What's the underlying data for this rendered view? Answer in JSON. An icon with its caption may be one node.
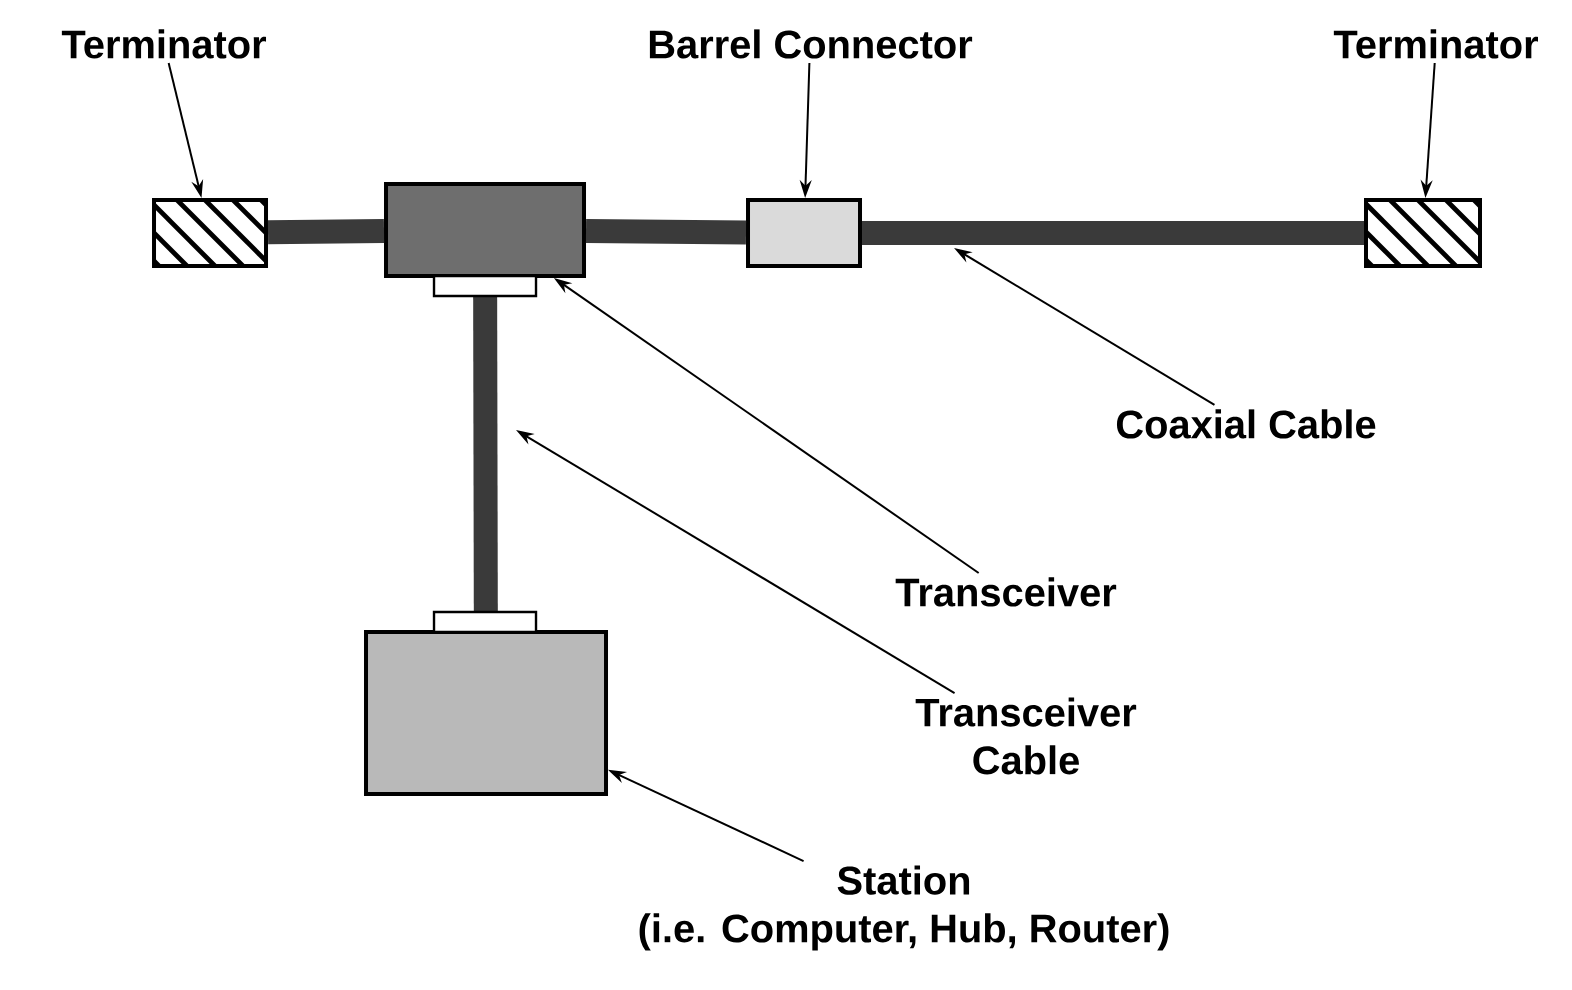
{
  "diagram": {
    "nodes": [
      {
        "text": [
          "Terminator"
        ]
      },
      {
        "text": [
          "Barrel Connector"
        ]
      },
      {
        "text": [
          "Terminator"
        ]
      },
      {
        "text": [
          "Coaxial Cable"
        ]
      },
      {
        "text": [
          "Transceiver"
        ]
      },
      {
        "text": [
          "Transceiver Cable"
        ]
      },
      {
        "text": [
          "Station",
          "(i.e. Computer, Hub, Router)"
        ]
      },
      {
        "text": [],
        "shape": "box"
      },
      {
        "text": [],
        "shape": "box"
      },
      {
        "text": [],
        "shape": "box"
      },
      {
        "text": [],
        "shape": "box"
      },
      {
        "text": [],
        "shape": "box"
      }
    ],
    "edges": [
      {
        "from": 7,
        "to": 8,
        "arrow": "none",
        "style": "thick"
      },
      {
        "from": 8,
        "to": 9,
        "arrow": "none",
        "style": "thick"
      },
      {
        "from": 9,
        "to": 10,
        "arrow": "none",
        "style": "thick"
      },
      {
        "from": 8,
        "to": 11,
        "arrow": "none",
        "style": "thick"
      },
      {
        "from": 0,
        "to": 7,
        "arrow": "to"
      },
      {
        "from": 1,
        "to": 9,
        "arrow": "to"
      },
      {
        "from": 2,
        "to": 10,
        "arrow": "to"
      },
      {
        "from": 3,
        "to": null,
        "arrow": "to"
      },
      {
        "from": 4,
        "to": 8,
        "arrow": "to"
      },
      {
        "from": 5,
        "to": null,
        "arrow": "to"
      },
      {
        "from": 6,
        "to": 11,
        "arrow": "to"
      }
    ]
  }
}
